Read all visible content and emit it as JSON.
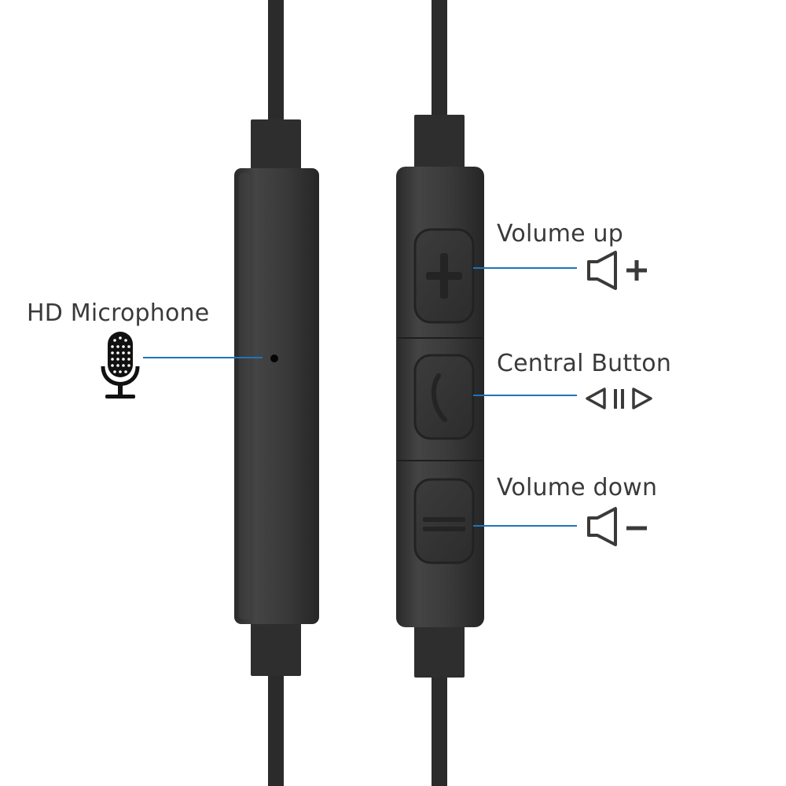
{
  "labels": {
    "microphone": "HD Microphone",
    "volume_up": "Volume up",
    "central_button": "Central Button",
    "volume_down": "Volume down"
  },
  "icons": {
    "microphone": "microphone-icon",
    "volume_up": "speaker-plus-icon",
    "central_button": "play-pause-icon",
    "volume_down": "speaker-minus-icon"
  },
  "colors": {
    "callout_line": "#1f74b8",
    "body": "#333333",
    "text": "#3a3a3a"
  }
}
